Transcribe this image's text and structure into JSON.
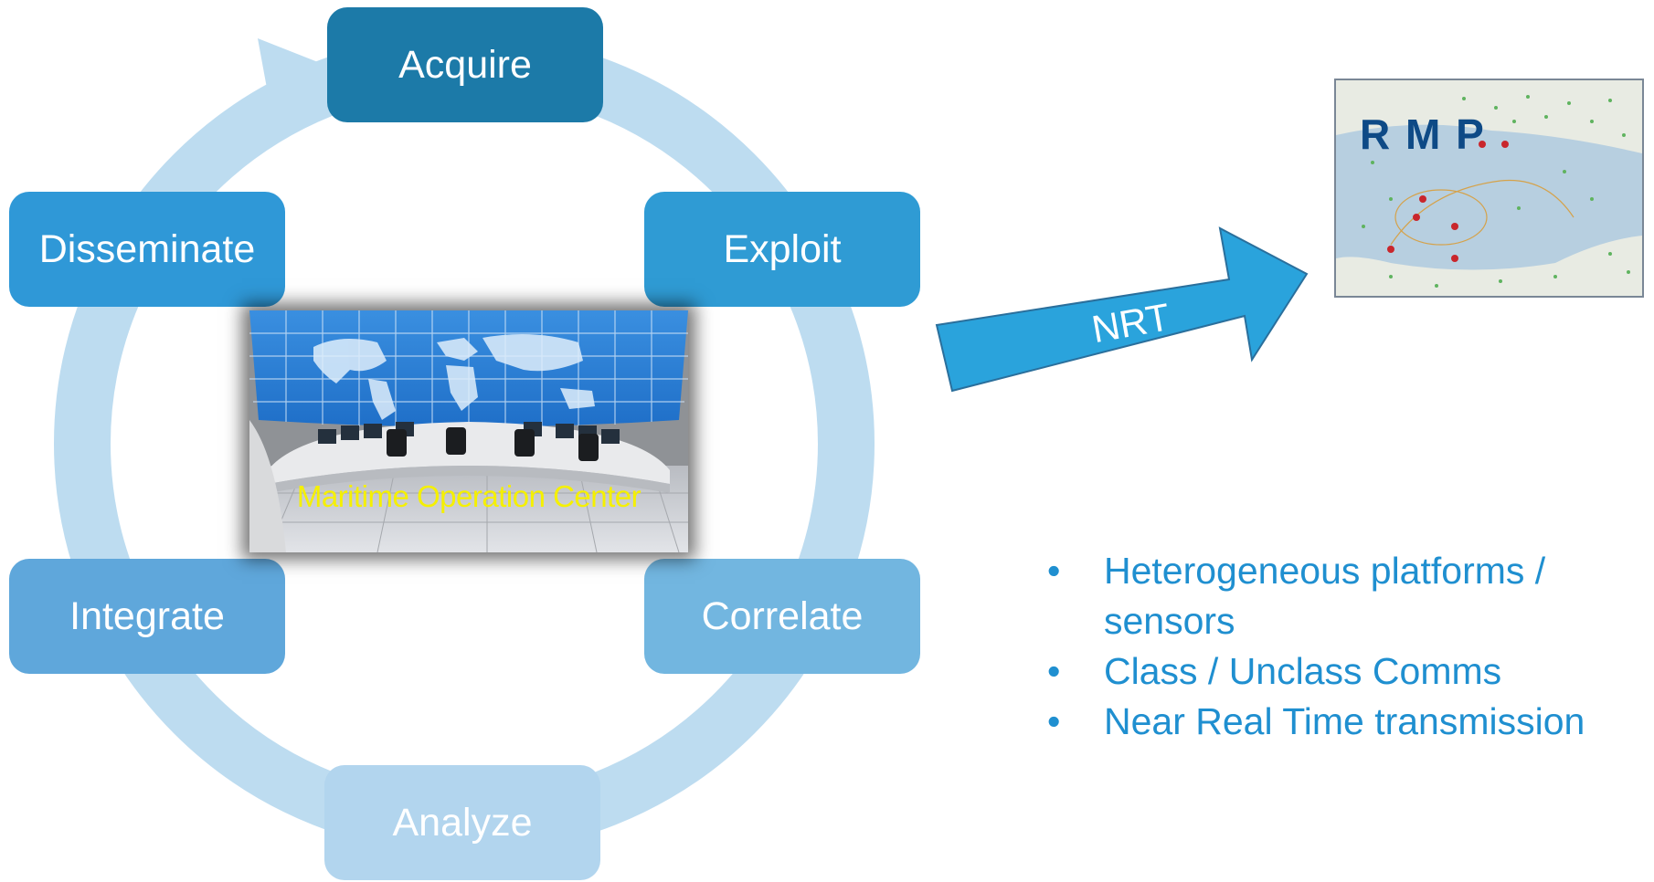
{
  "cycle": {
    "stages": [
      {
        "label": "Acquire",
        "color": "#1c7aa8"
      },
      {
        "label": "Exploit",
        "color": "#2f9bd4"
      },
      {
        "label": "Correlate",
        "color": "#72b6e0"
      },
      {
        "label": "Analyze",
        "color": "#b2d5ee"
      },
      {
        "label": "Integrate",
        "color": "#5fa7db"
      },
      {
        "label": "Disseminate",
        "color": "#2f98d7"
      }
    ],
    "ring_color": "#bddcf0"
  },
  "center_image": {
    "caption": "Maritime Operation Center"
  },
  "arrow": {
    "label": "NRT",
    "color": "#2aa3dc"
  },
  "map": {
    "label": "R M P"
  },
  "bullets": [
    "Heterogeneous platforms / sensors",
    "Class / Unclass Comms",
    "Near Real Time transmission"
  ]
}
